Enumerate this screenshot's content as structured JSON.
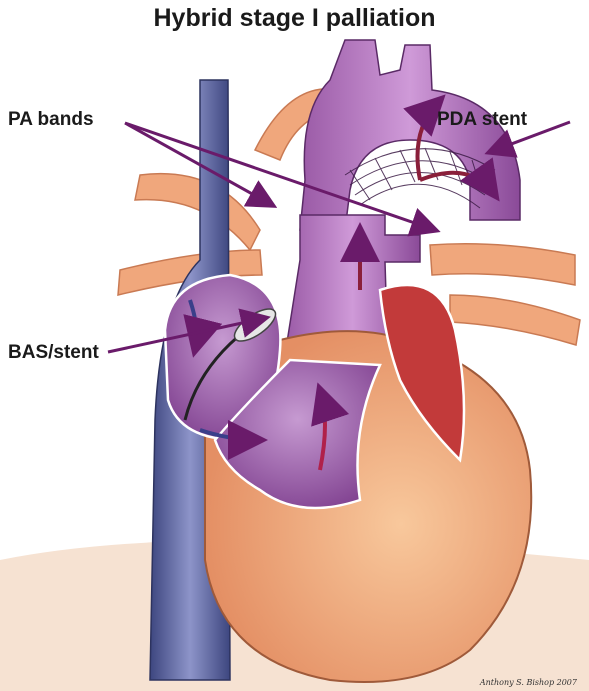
{
  "title": "Hybrid stage I palliation",
  "labels": {
    "pa_bands": "PA bands",
    "pda_stent": "PDA stent",
    "bas_stent": "BAS/stent"
  },
  "signature": "Anthony S. Bishop 2007",
  "colors": {
    "arrow": "#6a1b6a",
    "heart_tissue": "#f4b27e",
    "heart_shadow": "#d9805a",
    "chamber_purple": "#a56bb5",
    "vein_blue": "#5f6aa8",
    "ventricle_red": "#c23a3a"
  }
}
